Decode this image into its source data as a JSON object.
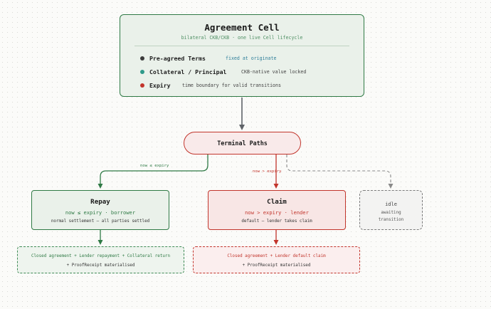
{
  "agreement": {
    "title": "Agreement Cell",
    "subtitle": "bilateral CKB/CKB · one live Cell lifecycle",
    "fields": [
      {
        "key": "Pre-agreed Terms",
        "desc": "fixed at originate",
        "dot_color": "#3b3b3b",
        "desc_color": "#2f7f9a"
      },
      {
        "key": "Collateral / Principal",
        "desc": "CKB-native value locked",
        "dot_color": "#2e9a8a",
        "desc_color": "#444444"
      },
      {
        "key": "Expiry",
        "desc": "time boundary for valid transitions",
        "dot_color": "#c2352c",
        "desc_color": "#444444"
      }
    ]
  },
  "terminal": {
    "label": "Terminal Paths"
  },
  "edges": {
    "repay_label": "now ≤ expiry",
    "claim_label": "now > expiry"
  },
  "repay": {
    "title": "Repay",
    "condition": "now ≤ expiry · borrower",
    "note": "normal settlement — all parties settled",
    "outcome_line1": "Closed agreement + Lender repayment + Collateral return",
    "outcome_line2": "+ ProofReceipt materialised"
  },
  "claim": {
    "title": "Claim",
    "condition": "now > expiry · lender",
    "note": "default — lender takes claim",
    "outcome_line1": "Closed agreement + Lender default claim",
    "outcome_line2": "+ ProofReceipt materialised"
  },
  "idle": {
    "title": "idle",
    "line1": "awaiting",
    "line2": "transition"
  },
  "colors": {
    "green": "#2f7a45",
    "red": "#c2352c",
    "gray": "#5f6368",
    "dashed_gray": "#8a8a8a"
  }
}
